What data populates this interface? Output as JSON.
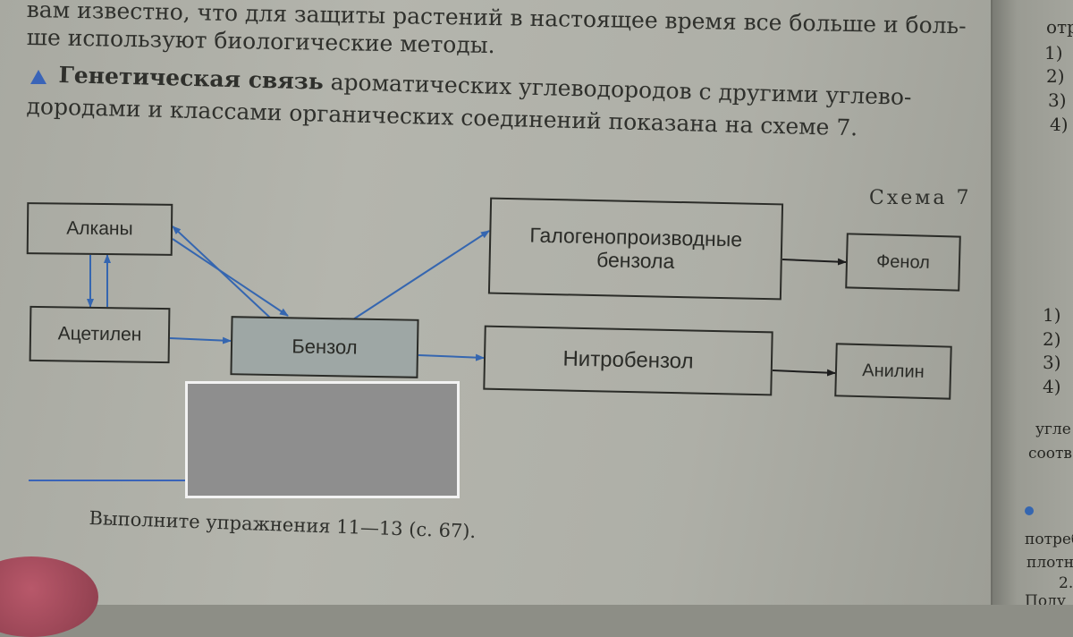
{
  "paragraph_top": {
    "line1": "вам известно, что для защиты растений в настоящее время все больше и боль-",
    "line2": "ше используют биологические методы."
  },
  "paragraph_main": {
    "bold_lead": "Генетическая связь",
    "line1_rest": "ароматических углеводородов с другими углево-",
    "line2": "дородами и классами органических соединений показана на схеме 7."
  },
  "scheme": {
    "caption": "Схема 7",
    "boxes": {
      "alkanes": "Алканы",
      "acetylene": "Ацетилен",
      "benzene": "Бензол",
      "halo_line1": "Галогенопроизводные",
      "halo_line2": "бензола",
      "nitrobenzene": "Нитробензол",
      "phenol": "Фенол",
      "aniline": "Анилин"
    },
    "colors": {
      "arrow_blue": "#3566b0",
      "arrow_black": "#1e1e1e",
      "benzene_fill": "#9ea7a5"
    }
  },
  "footer": {
    "exercise": "Выполните упражнения 11—13 (с. 67)."
  },
  "right_page": {
    "top_fragment": "отр",
    "list_top": [
      "1)",
      "2)",
      "3)",
      "4)"
    ],
    "list_mid": [
      "1)",
      "2)",
      "3)",
      "4)"
    ],
    "frag1": "угле",
    "frag2": "соотв",
    "frag3": "потреб",
    "frag4": "плотно",
    "frag5": "2.",
    "frag6": "Полу"
  }
}
